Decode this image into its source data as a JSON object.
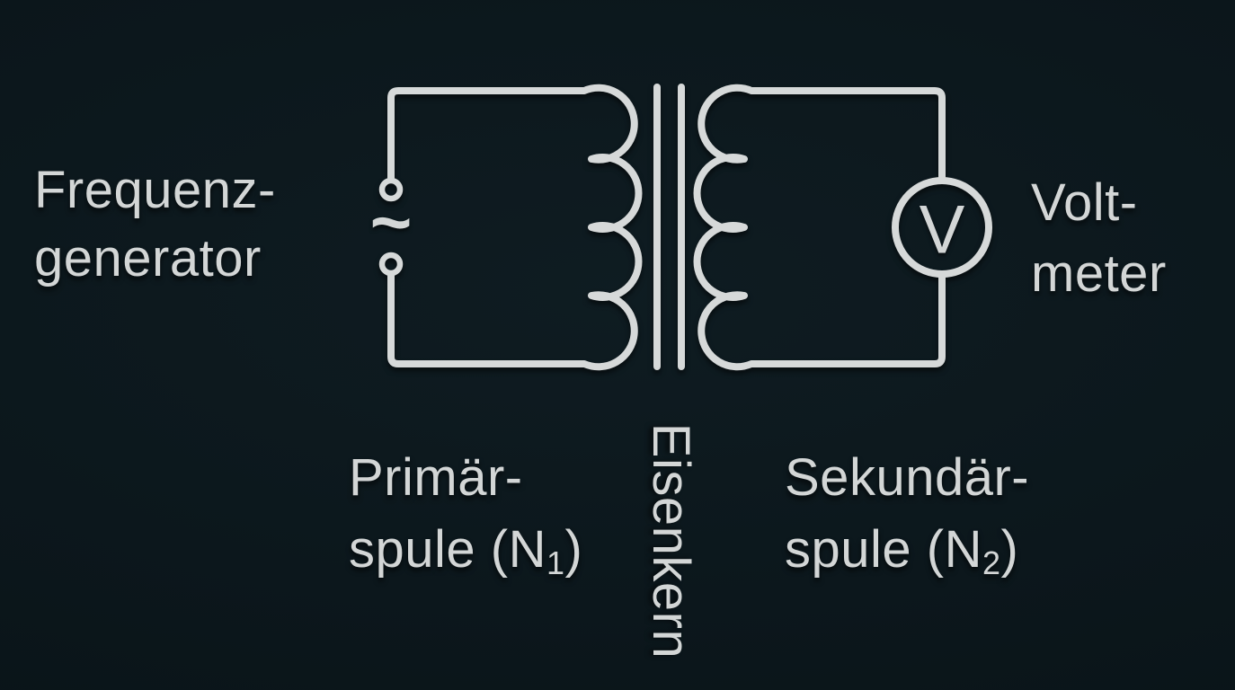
{
  "scene": {
    "background_color": "#0b161b",
    "wire_color": "#d6d9d9",
    "text_color": "#d3d6d6",
    "description": "Transformer demonstration circuit diagram"
  },
  "labels": {
    "generator_line1": "Frequenz-",
    "generator_line2": "generator",
    "primary_line1": "Primär-",
    "primary_line2_prefix": "spule (N",
    "primary_line2_sub": "1",
    "primary_line2_suffix": ")",
    "core": "Eisenkern",
    "secondary_line1": "Sekundär-",
    "secondary_line2_prefix": "spule (N",
    "secondary_line2_sub": "2",
    "secondary_line2_suffix": ")",
    "voltmeter_line1": "Volt-",
    "voltmeter_line2": "meter",
    "meter_symbol": "V",
    "ac_source_symbol": "~"
  },
  "icons": {
    "ac_source": "two open terminal circles with tilde between them",
    "voltmeter": "circle containing letter V",
    "iron_core": "two parallel vertical lines",
    "primary_coil": "four arcs bulging right",
    "secondary_coil": "four arcs bulging left"
  }
}
